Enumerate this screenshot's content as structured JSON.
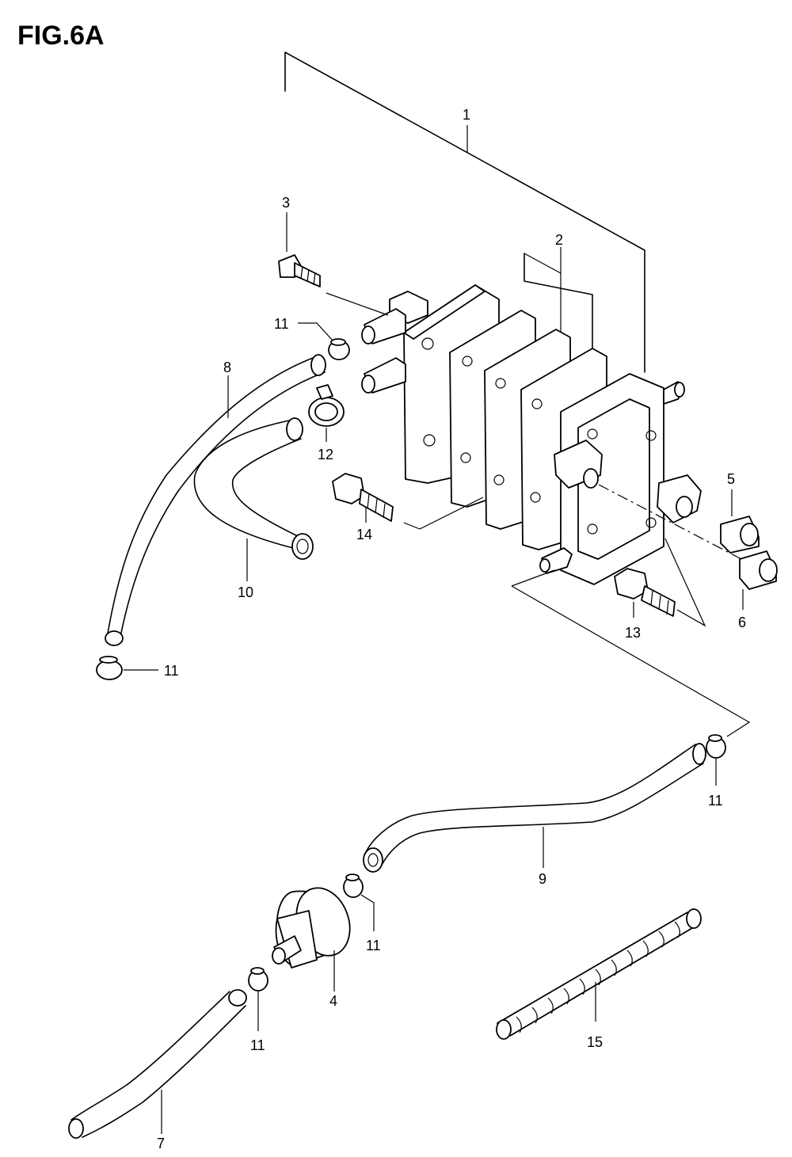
{
  "figure": {
    "title": "FIG.6A"
  },
  "callouts": {
    "c1": "1",
    "c2": "2",
    "c3": "3",
    "c4": "4",
    "c5": "5",
    "c6": "6",
    "c7": "7",
    "c8": "8",
    "c9": "9",
    "c10": "10",
    "c11a": "11",
    "c11b": "11",
    "c11c": "11",
    "c11d": "11",
    "c11e": "11",
    "c12": "12",
    "c13": "13",
    "c14": "14",
    "c15": "15"
  }
}
